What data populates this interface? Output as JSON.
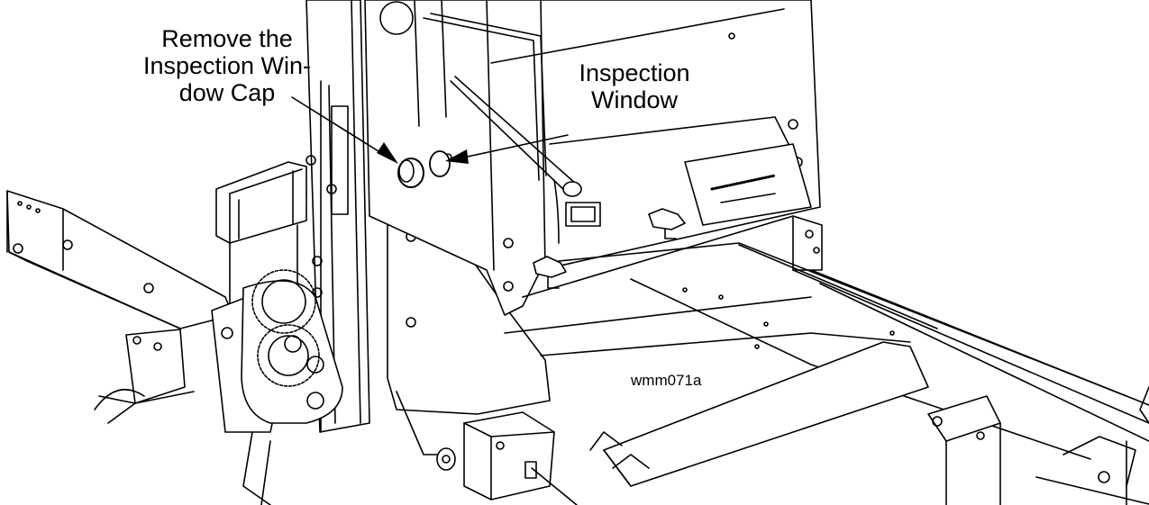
{
  "callouts": {
    "remove_cap": {
      "lines": [
        "Remove the",
        "Inspection Win-",
        "dow Cap"
      ]
    },
    "inspection_window": {
      "lines": [
        "Inspection",
        "Window"
      ]
    }
  },
  "figure_id": "wmm071a",
  "colors": {
    "line": "#000000",
    "background": "#ffffff"
  }
}
